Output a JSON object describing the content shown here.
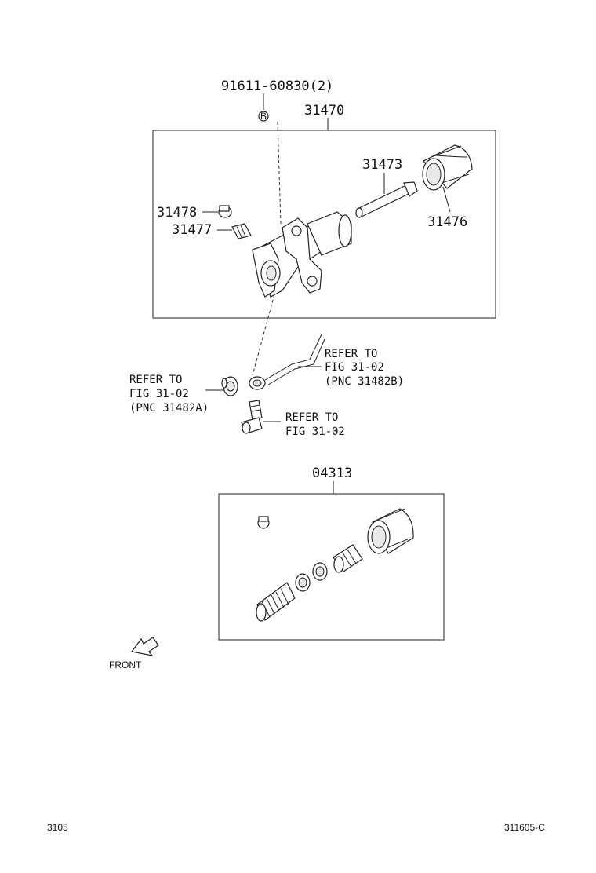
{
  "labels": {
    "bolt_part": "91611-60830(2)",
    "bolt_badge": "B",
    "assembly": "31470",
    "pushrod": "31473",
    "boot": "31476",
    "cap": "31478",
    "bleeder": "31477",
    "kit": "04313"
  },
  "refs": {
    "pipe": [
      "REFER TO",
      "FIG 31-02",
      "(PNC 31482B)"
    ],
    "gasket": [
      "REFER TO",
      "FIG 31-02",
      "(PNC 31482A)"
    ],
    "union_bolt": [
      "REFER TO",
      "FIG 31-02"
    ]
  },
  "front_label": "FRONT",
  "footer": {
    "left": "3105",
    "right": "311605-C"
  }
}
